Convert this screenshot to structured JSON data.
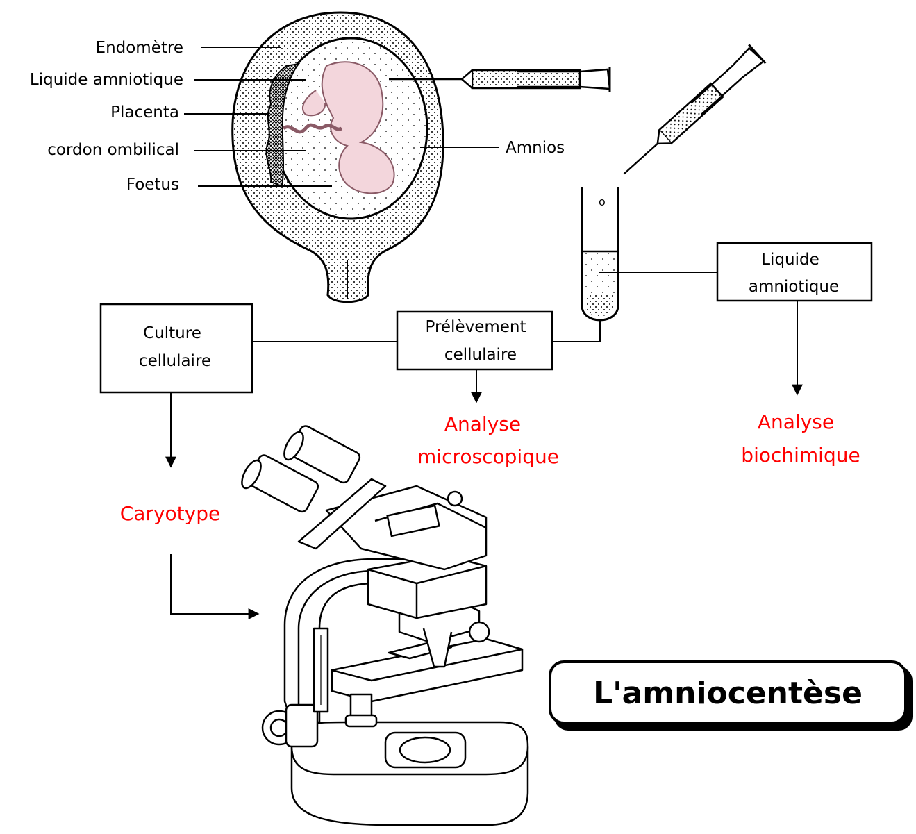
{
  "title": "L'amniocentèse",
  "uterus_labels": {
    "endometre": "Endomètre",
    "liquide": "Liquide amniotique",
    "placenta": "Placenta",
    "cordon": "cordon ombilical",
    "foetus": "Foetus",
    "amnios": "Amnios"
  },
  "boxes": {
    "liquide_line1": "Liquide",
    "liquide_line2": "amniotique",
    "prelevement_line1": "Prélèvement",
    "prelevement_line2": "cellulaire",
    "culture_line1": "Culture",
    "culture_line2": "cellulaire"
  },
  "outcomes": {
    "microscopique_line1": "Analyse",
    "microscopique_line2": "microscopique",
    "biochimique_line1": "Analyse",
    "biochimique_line2": "biochimique",
    "caryotype": "Caryotype"
  },
  "colors": {
    "outcome": "#ff0000",
    "line": "#000000",
    "fetus": "#f3d6dc"
  }
}
